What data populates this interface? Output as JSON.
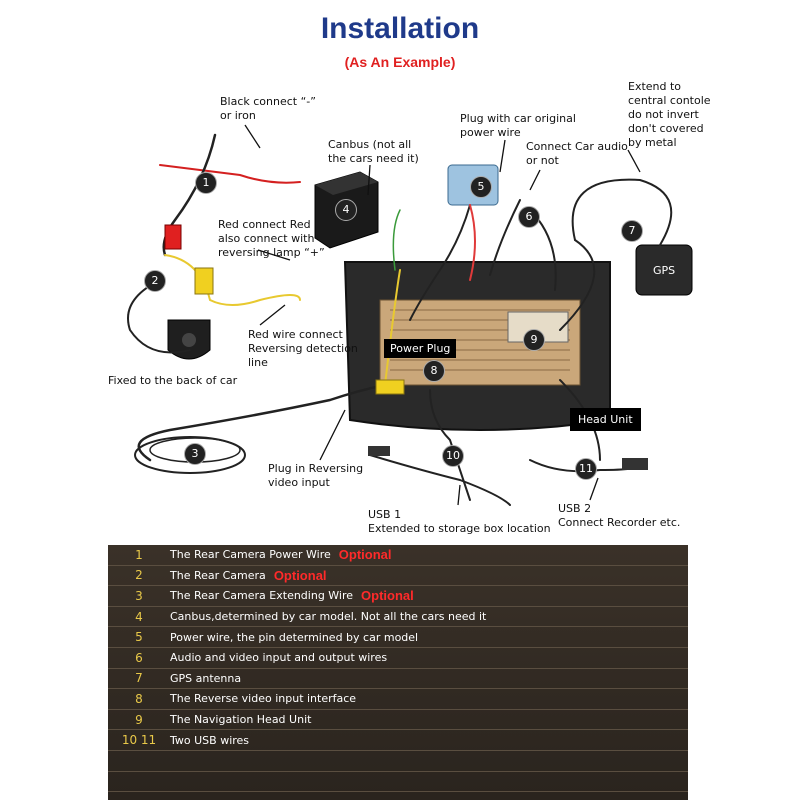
{
  "header": {
    "title": "Installation",
    "subtitle": "(As An Example)"
  },
  "labels": {
    "black_connect": "Black connect “-”\nor iron",
    "canbus": "Canbus (not all\nthe cars need it)",
    "plug_original": "Plug with car original\npower wire",
    "connect_audio": "Connect Car audio\nor not",
    "extend_gps": "Extend to\ncentral contole\ndo not invert\ndon't covered\nby metal",
    "red_connect": "Red connect Red\nalso connect with\nreversing lamp “+”",
    "red_wire": "Red wire connect\nReversing detection\nline",
    "fixed_back": "Fixed to the back of car",
    "plug_reversing": "Plug in Reversing\nvideo input",
    "usb1": "USB 1\nExtended to storage box location",
    "usb2": "USB 2\nConnect Recorder etc.",
    "gps": "GPS",
    "power_plug": "Power Plug",
    "head_unit": "Head Unit"
  },
  "badges": [
    "1",
    "2",
    "3",
    "4",
    "5",
    "6",
    "7",
    "8",
    "9",
    "10",
    "11"
  ],
  "legend": [
    {
      "num": "1",
      "desc": "The Rear Camera Power Wire",
      "opt": "Optional"
    },
    {
      "num": "2",
      "desc": "The Rear Camera",
      "opt": "Optional"
    },
    {
      "num": "3",
      "desc": "The Rear Camera Extending Wire",
      "opt": "Optional"
    },
    {
      "num": "4",
      "desc": "Canbus,determined by car model. Not all the cars need it",
      "opt": ""
    },
    {
      "num": "5",
      "desc": "Power wire, the pin determined by car model",
      "opt": ""
    },
    {
      "num": "6",
      "desc": "Audio and video input and output wires",
      "opt": ""
    },
    {
      "num": "7",
      "desc": "GPS antenna",
      "opt": ""
    },
    {
      "num": "8",
      "desc": "The Reverse video input interface",
      "opt": ""
    },
    {
      "num": "9",
      "desc": "The Navigation Head Unit",
      "opt": ""
    },
    {
      "num": "10 11",
      "desc": "Two USB wires",
      "opt": ""
    }
  ],
  "colors": {
    "title": "#1f3a8a",
    "optional": "#ff2a2a",
    "legend_num": "#e9c949",
    "legend_bg": "#2f2822"
  }
}
